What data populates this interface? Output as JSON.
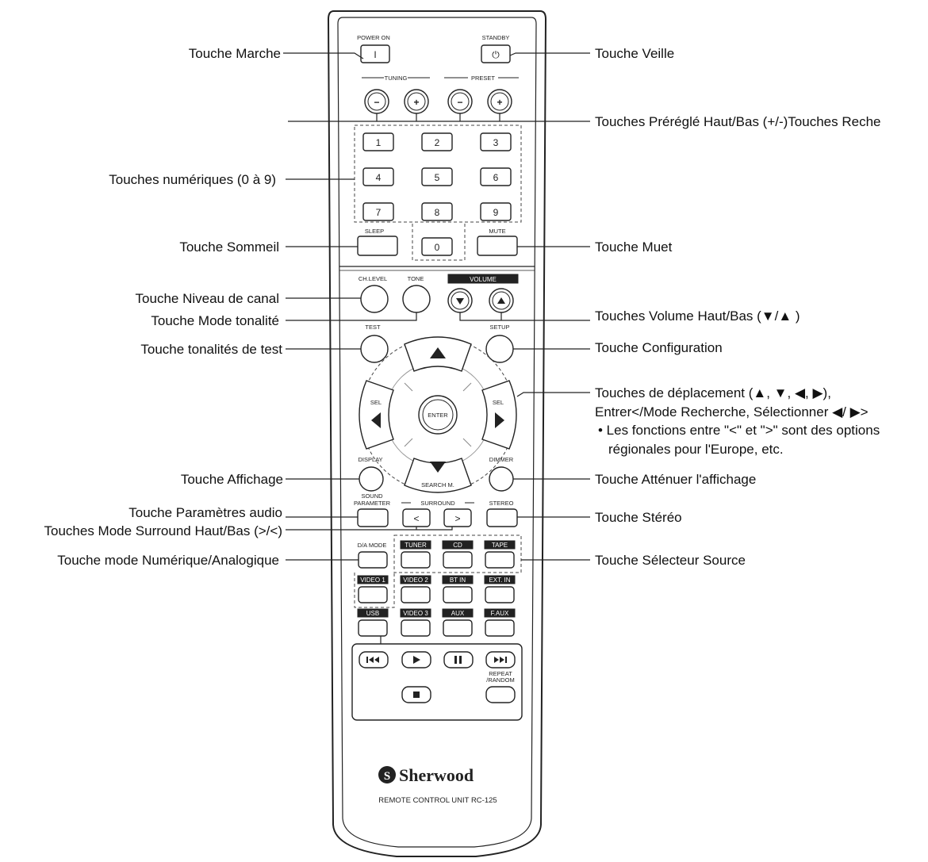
{
  "labels": {
    "power_on": "Touche Marche",
    "standby": "Touche Veille",
    "preset_tuning": "Touches Préréglé Haut/Bas (+/-)Touches Reche",
    "numeric": "Touches numériques (0 à 9)",
    "sleep": "Touche Sommeil",
    "mute": "Touche Muet",
    "ch_level": "Touche Niveau de canal",
    "tone": "Touche Mode tonalité",
    "volume": "Touches Volume Haut/Bas (▼/▲ )",
    "test": "Touche tonalités de test",
    "setup": "Touche Configuration",
    "nav_line1": "Touches de déplacement (▲, ▼, ◀, ▶),",
    "nav_line2": "Entrer</Mode Recherche, Sélectionner ◀/ ▶>",
    "nav_line3": "• Les fonctions entre \"<\" et \">\" sont des options",
    "nav_line4": "régionales pour l'Europe, etc.",
    "display": "Touche Affichage",
    "dimmer": "Touche Atténuer l'affichage",
    "sound_param": "Touche Paramètres audio",
    "surround": "Touches Mode Surround Haut/Bas (>/<)",
    "stereo": "Touche Stéréo",
    "da_mode": "Touche mode Numérique/Analogique",
    "source": "Touche Sélecteur Source"
  },
  "remote": {
    "power_on": "POWER ON",
    "power_on_symbol": "I",
    "standby": "STANDBY",
    "standby_symbol": "⏻",
    "tuning": "TUNING",
    "preset": "PRESET",
    "minus": "−",
    "plus": "+",
    "digits": [
      "1",
      "2",
      "3",
      "4",
      "5",
      "6",
      "7",
      "8",
      "9",
      "0"
    ],
    "sleep": "SLEEP",
    "mute": "MUTE",
    "ch_level": "CH.LEVEL",
    "tone": "TONE",
    "volume": "VOLUME",
    "test": "TEST",
    "setup": "SETUP",
    "sel": "SEL",
    "enter": "ENTER",
    "search": "SEARCH M.",
    "display": "DISPLAY",
    "dimmer": "DIMMER",
    "sound1": "SOUND",
    "sound2": "PARAMETER",
    "surround": "SURROUND",
    "stereo": "STEREO",
    "da_mode": "D/A MODE",
    "surround_down": "<",
    "surround_up": ">",
    "sources": [
      "TUNER",
      "CD",
      "TAPE",
      "VIDEO 1",
      "VIDEO 2",
      "BT IN",
      "EXT. IN",
      "USB",
      "VIDEO 3",
      "AUX",
      "F.AUX"
    ],
    "repeat1": "REPEAT",
    "repeat2": "/RANDOM",
    "brand": "Sherwood",
    "brand_logo": "S",
    "model": "REMOTE CONTROL UNIT RC-125"
  },
  "colors": {
    "ink": "#222222",
    "body": "#ffffff",
    "tag_fill": "#222222"
  }
}
